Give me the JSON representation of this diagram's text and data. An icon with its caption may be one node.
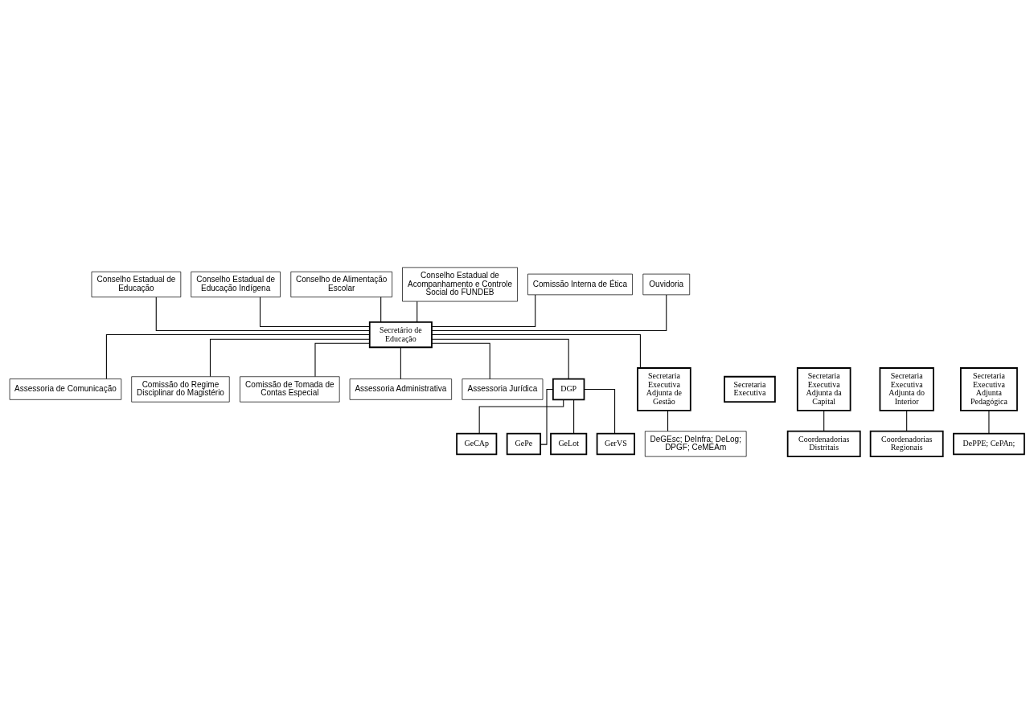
{
  "diagram": {
    "nodes": [
      {
        "text": [
          "Secretário de Educação"
        ]
      },
      {
        "text": [
          "Conselho Estadual de Educação"
        ]
      },
      {
        "text": [
          "Conselho Estadual de Educação Indígena"
        ]
      },
      {
        "text": [
          "Conselho de Alimentação Escolar"
        ]
      },
      {
        "text": [
          "Conselho Estadual de Acompanhamento e Controle Social do FUNDEB"
        ]
      },
      {
        "text": [
          "Comissão Interna de Ética"
        ]
      },
      {
        "text": [
          "Ouvidoria"
        ]
      },
      {
        "text": [
          "Assessoria de Comunicação"
        ]
      },
      {
        "text": [
          "Comissão do Regime Disciplinar do Magistério"
        ]
      },
      {
        "text": [
          "Comissão de Tomada de Contas Especial"
        ]
      },
      {
        "text": [
          "Assessoria Administrativa"
        ]
      },
      {
        "text": [
          "Assessoria Jurídica"
        ]
      },
      {
        "text": [
          "DGP"
        ]
      },
      {
        "text": [
          "GeCAp"
        ]
      },
      {
        "text": [
          "GePe"
        ]
      },
      {
        "text": [
          "GeLot"
        ]
      },
      {
        "text": [
          "GerVS"
        ]
      },
      {
        "text": [
          "Secretaria Executiva"
        ]
      },
      {
        "text": [
          "Secretaria Executiva Adjunta da Capital"
        ]
      },
      {
        "text": [
          "Secretaria Executiva Adjunta de Gestão"
        ]
      },
      {
        "text": [
          "Secretaria Executiva Adjunta do Interior"
        ]
      },
      {
        "text": [
          "Secretaria Executiva Adjunta Pedagógica"
        ]
      },
      {
        "text": [
          "Coordenadorias Distritais"
        ]
      },
      {
        "text": [
          "DeGEsc; DeInfra; DeLog; DPGF; CeMEAm"
        ]
      },
      {
        "text": [
          "Coordenadorias Regionais"
        ]
      },
      {
        "text": [
          "DePPE; CePAn;"
        ]
      }
    ],
    "edges": [
      {
        "from": 1,
        "to": 0,
        "arrow": "none"
      },
      {
        "from": 2,
        "to": 0,
        "arrow": "none"
      },
      {
        "from": 3,
        "to": 0,
        "arrow": "none"
      },
      {
        "from": 4,
        "to": 0,
        "arrow": "none"
      },
      {
        "from": 5,
        "to": 0,
        "arrow": "none"
      },
      {
        "from": 6,
        "to": 0,
        "arrow": "none"
      },
      {
        "from": 0,
        "to": 7,
        "arrow": "none"
      },
      {
        "from": 0,
        "to": 8,
        "arrow": "none"
      },
      {
        "from": 0,
        "to": 9,
        "arrow": "none"
      },
      {
        "from": 0,
        "to": 10,
        "arrow": "none"
      },
      {
        "from": 0,
        "to": 11,
        "arrow": "none"
      },
      {
        "from": 0,
        "to": 12,
        "arrow": "none"
      },
      {
        "from": 12,
        "to": 13,
        "arrow": "none"
      },
      {
        "from": 12,
        "to": 14,
        "arrow": "none"
      },
      {
        "from": 12,
        "to": 15,
        "arrow": "none"
      },
      {
        "from": 12,
        "to": 16,
        "arrow": "none"
      },
      {
        "from": 0,
        "to": 19,
        "arrow": "none"
      },
      {
        "from": 18,
        "to": 22,
        "arrow": "none"
      },
      {
        "from": 19,
        "to": 23,
        "arrow": "none"
      },
      {
        "from": 20,
        "to": 24,
        "arrow": "none"
      },
      {
        "from": 21,
        "to": 25,
        "arrow": "none"
      }
    ]
  }
}
